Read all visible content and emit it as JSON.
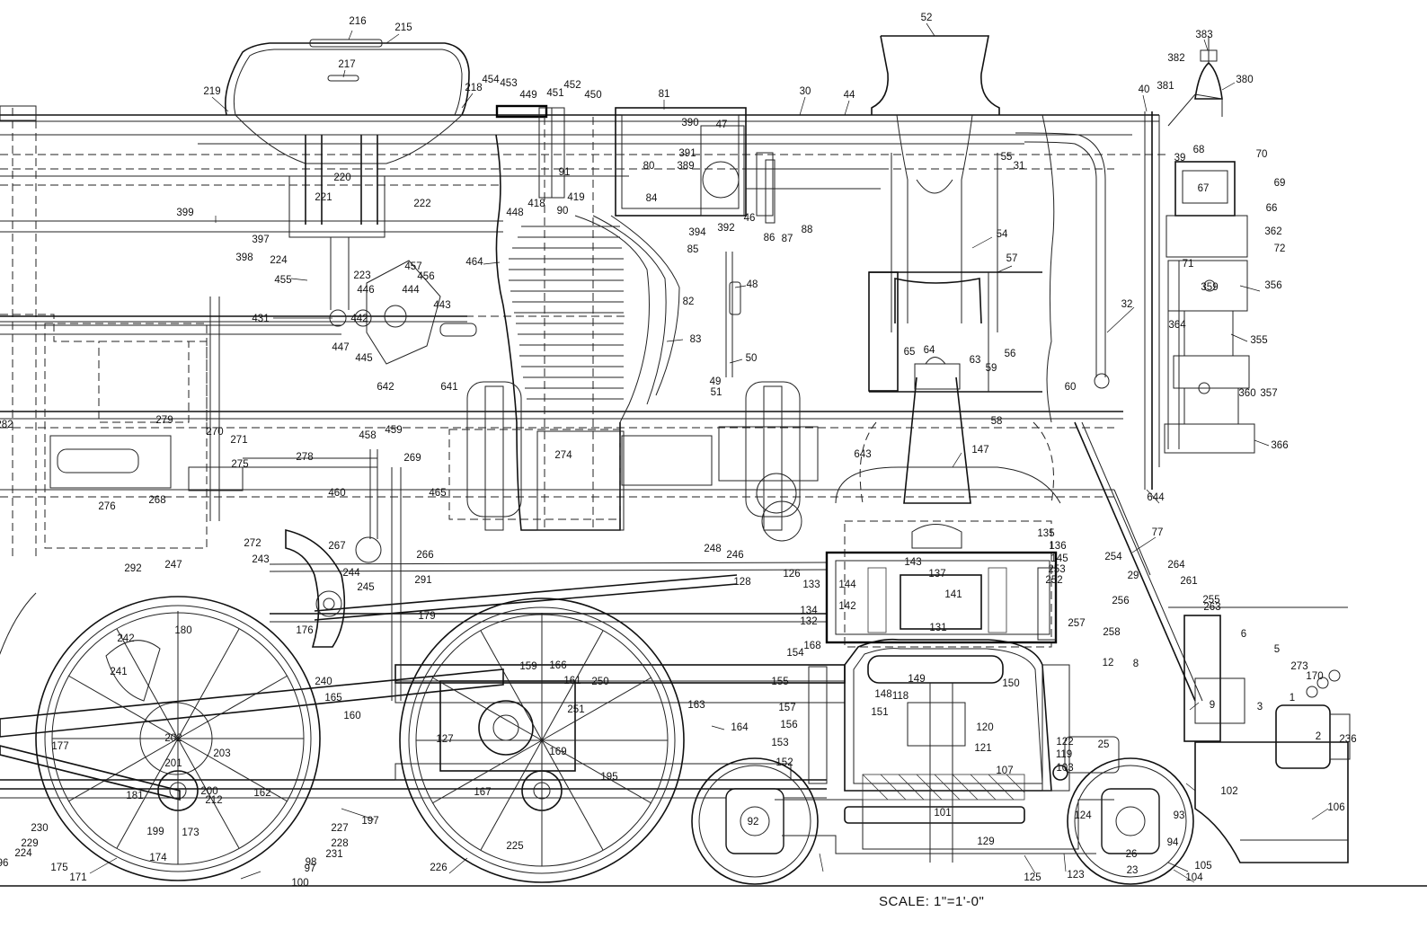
{
  "scale_note": "SCALE:  1\"=1'-0\"",
  "callouts": [
    "216",
    "215",
    "217",
    "219",
    "218",
    "454",
    "453",
    "449",
    "451",
    "452",
    "450",
    "81",
    "30",
    "44",
    "52",
    "383",
    "382",
    "381",
    "380",
    "40",
    "390",
    "47",
    "391",
    "389",
    "80",
    "91",
    "418",
    "419",
    "448",
    "90",
    "84",
    "392",
    "394",
    "85",
    "86",
    "87",
    "88",
    "46",
    "55",
    "31",
    "39",
    "68",
    "70",
    "67",
    "69",
    "66",
    "362",
    "72",
    "220",
    "221",
    "222",
    "399",
    "397",
    "398",
    "224",
    "223",
    "455",
    "457",
    "456",
    "444",
    "446",
    "443",
    "442",
    "447",
    "445",
    "431",
    "464",
    "82",
    "83",
    "48",
    "50",
    "49",
    "51",
    "54",
    "57",
    "71",
    "359",
    "356",
    "364",
    "355",
    "32",
    "65",
    "64",
    "63",
    "59",
    "56",
    "360",
    "357",
    "366",
    "642",
    "641",
    "58",
    "60",
    "147",
    "643",
    "644",
    "77",
    "282",
    "279",
    "270",
    "271",
    "458",
    "459",
    "269",
    "278",
    "275",
    "276",
    "268",
    "460",
    "465",
    "274",
    "272",
    "243",
    "267",
    "266",
    "244",
    "245",
    "291",
    "292",
    "247",
    "248",
    "246",
    "128",
    "126",
    "133",
    "143",
    "137",
    "141",
    "144",
    "142",
    "134",
    "132",
    "131",
    "135",
    "136",
    "145",
    "253",
    "252",
    "254",
    "264",
    "29",
    "261",
    "263",
    "255",
    "256",
    "258",
    "257",
    "12",
    "8",
    "6",
    "5",
    "273",
    "170",
    "176",
    "179",
    "180",
    "242",
    "241",
    "240",
    "165",
    "160",
    "159",
    "166",
    "161",
    "250",
    "251",
    "163",
    "164",
    "127",
    "169",
    "168",
    "154",
    "155",
    "157",
    "156",
    "153",
    "152",
    "148",
    "149",
    "118",
    "151",
    "150",
    "120",
    "121",
    "122",
    "119",
    "107",
    "103",
    "25",
    "9",
    "3",
    "1",
    "2",
    "236",
    "177",
    "202",
    "203",
    "201",
    "200",
    "212",
    "181",
    "162",
    "167",
    "195",
    "197",
    "199",
    "173",
    "174",
    "175",
    "171",
    "225",
    "226",
    "227",
    "228",
    "231",
    "230",
    "229",
    "224",
    "96",
    "97",
    "98",
    "100",
    "92",
    "93",
    "94",
    "26",
    "23",
    "105",
    "104",
    "102",
    "106",
    "101",
    "129",
    "125",
    "123",
    "124"
  ]
}
